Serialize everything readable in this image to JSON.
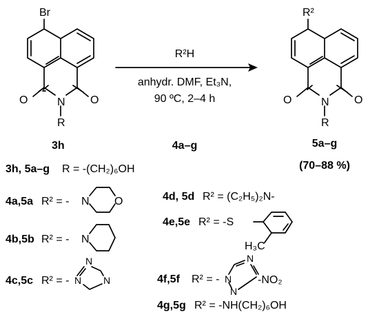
{
  "reactant": {
    "substituent": "Br",
    "atoms": {
      "o": "O",
      "n": "N",
      "r": "R"
    },
    "label": "3h"
  },
  "reagent": {
    "top": "R²H",
    "conditions_1": "anhydr. DMF, Et₃N,",
    "conditions_2": "90 ºC, 2–4 h",
    "label": "4a–g"
  },
  "product": {
    "substituent": "R²",
    "atoms": {
      "o": "O",
      "n": "N",
      "r": "R"
    },
    "label": "5a–g",
    "yield": "(70–88 %)"
  },
  "r_definition": {
    "compounds": "3h, 5a–g",
    "text": "R = -(CH₂)₆OH"
  },
  "entries": {
    "a": {
      "label": "4a,5a",
      "r2": "R² = -"
    },
    "b": {
      "label": "4b,5b",
      "r2": "R² = -"
    },
    "c": {
      "label": "4c,5c",
      "r2": "R² = -"
    },
    "d": {
      "label": "4d, 5d",
      "r2": "R² = (C₂H₅)₂N-"
    },
    "e": {
      "label": "4e,5e",
      "r2": "R² = -S",
      "methyl": "H₃C"
    },
    "f": {
      "label": "4f,5f",
      "r2": "R² = -",
      "nitro": "-NO₂"
    },
    "g": {
      "label": "4g,5g",
      "r2": "R² = -NH(CH₂)₆OH"
    }
  },
  "ring_atoms": {
    "n": "N",
    "o": "O"
  }
}
